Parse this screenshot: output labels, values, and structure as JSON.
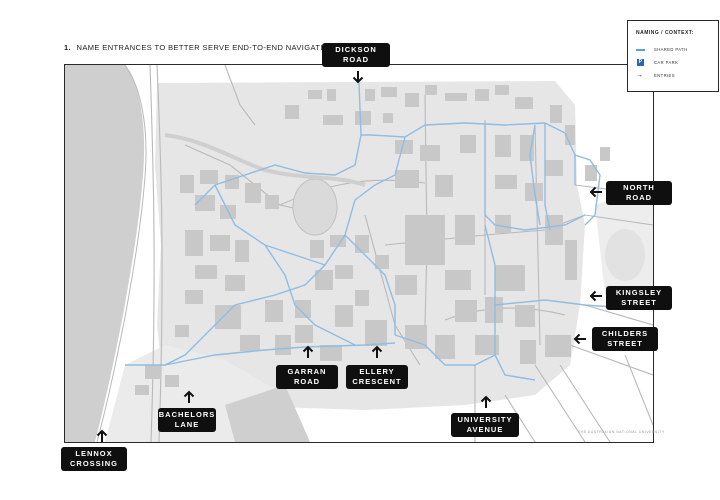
{
  "heading": {
    "number": "1.",
    "text": "NAME ENTRANCES TO BETTER SERVE END-TO-END NAVIGATION"
  },
  "legend": {
    "title": "NAMING / CONTEXT:",
    "items": [
      {
        "symbol": "shared-path-line",
        "label": "SHARED PATH",
        "color": "#5ea0d6"
      },
      {
        "symbol": "car-park-icon",
        "glyph": "P",
        "label": "CAR PARK",
        "color": "#2b65b4"
      },
      {
        "symbol": "entry-arrow-icon",
        "label": "ENTRIES"
      }
    ]
  },
  "entrances": [
    {
      "id": "dickson-road",
      "label": "DICKSON\nROAD",
      "arrow": "down"
    },
    {
      "id": "north-road",
      "label": "NORTH\nROAD",
      "arrow": "left"
    },
    {
      "id": "kingsley-street",
      "label": "KINGSLEY\nSTREET",
      "arrow": "left"
    },
    {
      "id": "childers-street",
      "label": "CHILDERS\nSTREET",
      "arrow": "left"
    },
    {
      "id": "university-avenue",
      "label": "UNIVERSITY\nAVENUE",
      "arrow": "up"
    },
    {
      "id": "ellery-crescent",
      "label": "ELLERY\nCRESCENT",
      "arrow": "up"
    },
    {
      "id": "garran-road",
      "label": "GARRAN\nROAD",
      "arrow": "up"
    },
    {
      "id": "bachelors-lane",
      "label": "BACHELORS\nLANE",
      "arrow": "up"
    },
    {
      "id": "lennox-crossing",
      "label": "LENNOX\nCROSSING",
      "arrow": "up"
    }
  ],
  "credit": "THE AUSTRALIAN NATIONAL UNIVERSITY",
  "colors": {
    "campus": "#e4e4e4",
    "building": "#c6c6c6",
    "water": "#cfcfcf",
    "road": "#b9b9b9",
    "shared_path": "#8fbde3",
    "label_bg": "#0f0f0f"
  }
}
